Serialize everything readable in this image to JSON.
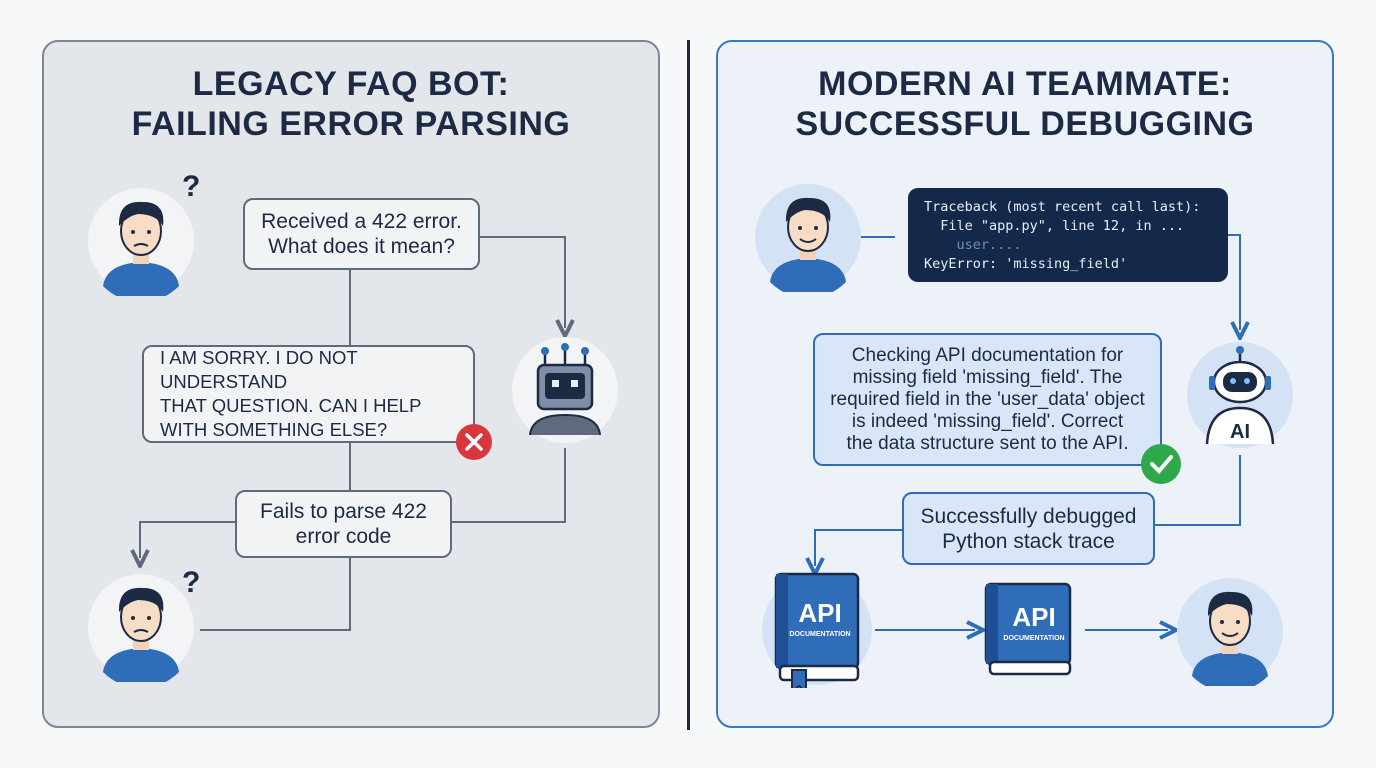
{
  "left_panel": {
    "title_line1": "LEGACY FAQ BOT:",
    "title_line2": "FAILING ERROR PARSING",
    "user_question": [
      "Received a 422 error.",
      "What does it mean?"
    ],
    "bot_reply": [
      "I AM SORRY. I DO NOT UNDERSTAND",
      "THAT QUESTION. CAN I HELP",
      "WITH SOMETHING ELSE?"
    ],
    "result": [
      "Fails to parse 422",
      "error code"
    ],
    "question_mark": "?"
  },
  "right_panel": {
    "title_line1": "MODERN AI TEAMMATE:",
    "title_line2": "SUCCESSFUL DEBUGGING",
    "traceback": {
      "line1": "Traceback (most recent call last):",
      "line2": "  File \"app.py\", line 12, in ...",
      "line3": "    user....",
      "line4": "KeyError: 'missing_field'"
    },
    "ai_reply": [
      "Checking API documentation for",
      "missing field 'missing_field'. The",
      "required field in the 'user_data' object",
      "is indeed 'missing_field'. Correct",
      "the data structure sent to the API."
    ],
    "result": [
      "Successfully debugged",
      "Python stack trace"
    ],
    "robot_label": "AI",
    "book_title": "API",
    "book_subtitle": "DOCUMENTATION"
  },
  "colors": {
    "navy": "#1d2a44",
    "blue": "#2f6db8",
    "error_red": "#d9363e",
    "success_green": "#2ea84a"
  }
}
